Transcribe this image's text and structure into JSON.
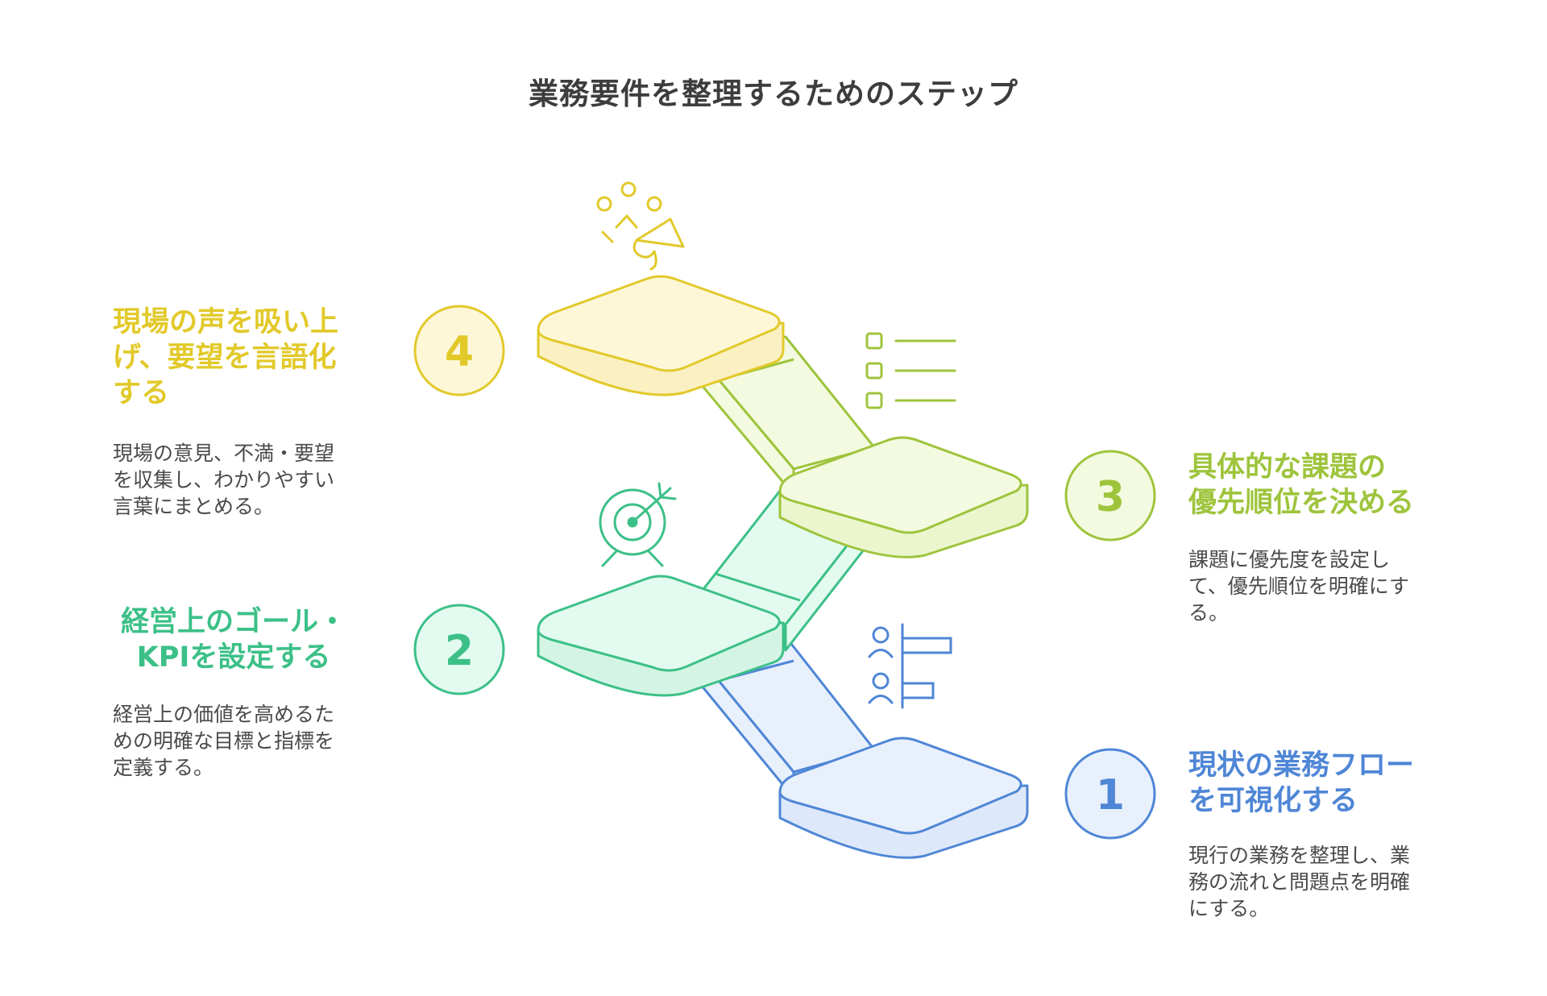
{
  "title": "業務要件を整理するためのステップ",
  "colors": {
    "step1": "#4f86d6",
    "step1_fill": "#e8f0fc",
    "step2": "#3cc087",
    "step2_fill": "#e2faef",
    "step3": "#9ec43c",
    "step3_fill": "#f3fadf",
    "step4": "#e2c92a",
    "step4_fill": "#fdf7d8"
  },
  "steps": [
    {
      "number": "1",
      "title_lines": [
        "現状の業務フロー",
        "を可視化する"
      ],
      "desc_lines": [
        "現行の業務を整理し、業",
        "務の流れと問題点を明確",
        "にする。"
      ],
      "icon": "people-chart-icon"
    },
    {
      "number": "2",
      "title_lines": [
        "経営上のゴール・",
        "KPIを設定する"
      ],
      "desc_lines": [
        "経営上の価値を高めるた",
        "めの明確な目標と指標を",
        "定義する。"
      ],
      "icon": "target-arrow-icon"
    },
    {
      "number": "3",
      "title_lines": [
        "具体的な課題の",
        "優先順位を決める"
      ],
      "desc_lines": [
        "課題に優先度を設定し",
        "て、優先順位を明確にす",
        "る。"
      ],
      "icon": "checklist-icon"
    },
    {
      "number": "4",
      "title_lines": [
        "現場の声を吸い上",
        "げ、要望を言語化",
        "する"
      ],
      "desc_lines": [
        "現場の意見、不満・要望",
        "を収集し、わかりやすい",
        "言葉にまとめる。"
      ],
      "icon": "megaphone-icon"
    }
  ]
}
